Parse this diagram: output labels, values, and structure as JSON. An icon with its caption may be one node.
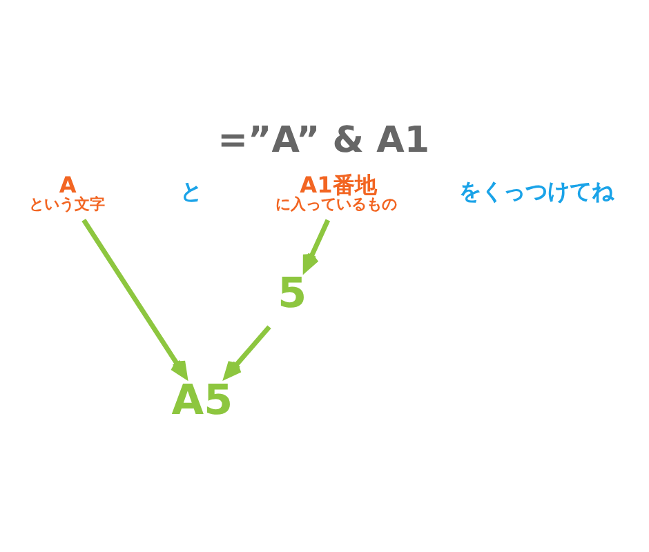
{
  "diagram": {
    "title": "=”A” & A1",
    "nodes": [
      {
        "text": [
          "A",
          "という文字"
        ]
      },
      {
        "text": [
          "A1番地",
          "に入っているもの"
        ]
      },
      {
        "text": [
          "5"
        ]
      },
      {
        "text": [
          "A5"
        ]
      }
    ],
    "edges": [
      {
        "from": 0,
        "to": 3,
        "arrow": "to"
      },
      {
        "from": 1,
        "to": 2,
        "arrow": "to"
      },
      {
        "from": 2,
        "to": 3,
        "arrow": "to"
      }
    ],
    "labels": [
      "と",
      "をくっつけてね"
    ]
  }
}
